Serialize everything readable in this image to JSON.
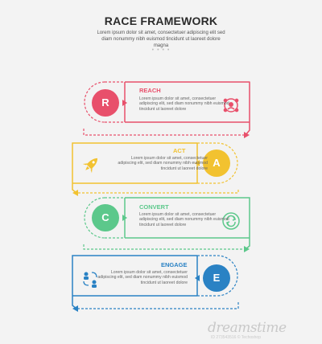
{
  "header": {
    "title": "RACE FRAMEWORK",
    "subtitle": "Lorem ipsum dolor sit amet, consectetuer adipiscing elit sed diam nonummy nibh euismod tincidunt ut laoreet dolore magna",
    "dots": "• • • •"
  },
  "stages": [
    {
      "letter": "R",
      "title": "REACH",
      "body": "Lorem ipsum dolor sit amet, consectetuer adipiscing elit, sed diam nonummy nibh euismod tincidunt ut laoreet dolore",
      "color": "#e8506b",
      "icon": "team-icon"
    },
    {
      "letter": "A",
      "title": "ACT",
      "body": "Lorem ipsum dolor sit amet, consectetuer adipiscing elit, sed diam nonummy nibh euismod tincidunt ut laoreet dolore",
      "color": "#f2c230",
      "icon": "rocket-icon"
    },
    {
      "letter": "C",
      "title": "CONVERT",
      "body": "Lorem ipsum dolor sit amet, consectetuer adipiscing elit, sed diam nonummy nibh euismod tincidunt ut laoreet dolore",
      "color": "#5cc88b",
      "icon": "refresh-icon"
    },
    {
      "letter": "E",
      "title": "ENGAGE",
      "body": "Lorem ipsum dolor sit amet, consectetuer adipiscing elit, sed diam nonummy nibh euismod tincidunt ut laoreet dolore",
      "color": "#2a82c4",
      "icon": "exchange-icon"
    }
  ],
  "watermark": {
    "text": "dreamstime",
    "sub": "ID 273543516 © Techoshop"
  }
}
